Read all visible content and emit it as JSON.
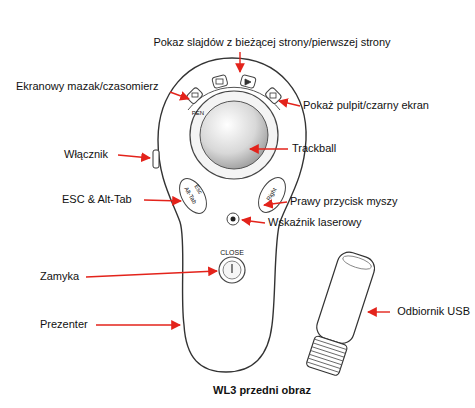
{
  "diagram": {
    "caption": "WL3 przedni obraz",
    "labels": [
      "Pokaz slajdów z bieżącej strony/pierwszej strony",
      "Ekranowy mazak/czasomierz",
      "Pokaż pulpit/czarny ekran",
      "Włącznik",
      "Trackball",
      "ESC & Alt-Tab",
      "Prawy przycisk myszy",
      "Wskaźnik laserowy",
      "Zamyka",
      "Odbiornik USB",
      "Prezenter",
      "PEN",
      "Alt-Tab",
      "Esc",
      "Right",
      "CLOSE"
    ]
  }
}
